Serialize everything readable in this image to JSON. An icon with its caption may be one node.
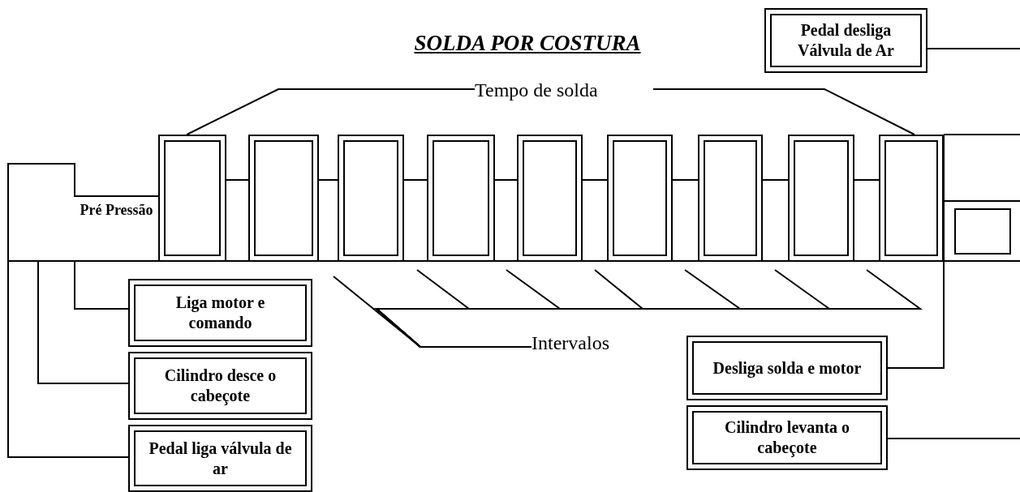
{
  "diagram": {
    "title": "SOLDA POR COSTURA",
    "nodes": [
      {
        "text": [
          "Pedal desliga Válvula de Ar"
        ]
      },
      {
        "text": [
          "Tempo de solda"
        ]
      },
      {
        "text": [],
        "shape": "box"
      },
      {
        "text": [],
        "shape": "box"
      },
      {
        "text": [],
        "shape": "box"
      },
      {
        "text": [],
        "shape": "box"
      },
      {
        "text": [],
        "shape": "box"
      },
      {
        "text": [],
        "shape": "box"
      },
      {
        "text": [],
        "shape": "box"
      },
      {
        "text": [],
        "shape": "box"
      },
      {
        "text": [],
        "shape": "box"
      },
      {
        "text": [],
        "shape": "box"
      },
      {
        "text": [
          "Liga motor e comando"
        ]
      },
      {
        "text": [
          "Intervalos"
        ]
      },
      {
        "text": [
          "Desliga solda e motor"
        ]
      },
      {
        "text": [
          "Cilindro desce o cabeçote"
        ]
      },
      {
        "text": [
          "Cilindro levanta o cabeçote"
        ]
      },
      {
        "text": [
          "Pedal liga válvula de ar"
        ]
      }
    ],
    "edges": [
      {
        "from": 0,
        "to": null,
        "arrow": "none"
      },
      {
        "from": 1,
        "to": 2,
        "arrow": "none"
      },
      {
        "from": 1,
        "to": 10,
        "arrow": "none"
      },
      {
        "from": 12,
        "to": null,
        "arrow": "none"
      },
      {
        "from": 13,
        "to": null,
        "arrow": "none"
      },
      {
        "from": 13,
        "to": null,
        "arrow": "none"
      },
      {
        "from": 13,
        "to": null,
        "arrow": "none"
      },
      {
        "from": 13,
        "to": null,
        "arrow": "none"
      },
      {
        "from": 13,
        "to": null,
        "arrow": "none"
      },
      {
        "from": 13,
        "to": null,
        "arrow": "none"
      },
      {
        "from": 13,
        "to": null,
        "arrow": "none"
      },
      {
        "from": 14,
        "to": 10,
        "arrow": "none"
      },
      {
        "from": 15,
        "to": null,
        "arrow": "none"
      },
      {
        "from": 16,
        "to": null,
        "arrow": "none"
      },
      {
        "from": 17,
        "to": null,
        "arrow": "none"
      }
    ],
    "labels": [
      "Pré Pressão"
    ]
  }
}
